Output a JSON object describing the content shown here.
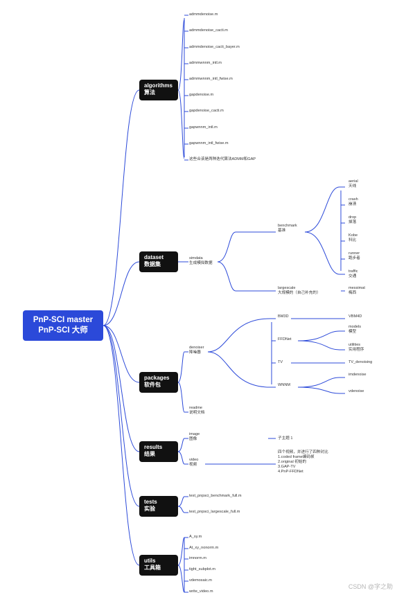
{
  "root": {
    "line1": "PnP-SCI master",
    "line2": "PnP-SCI 大师"
  },
  "algorithms": {
    "label": "algorithms",
    "sub": "算法",
    "items": [
      "admmdenoise.m",
      "admmdenoise_cacti.m",
      "admmdenoise_cacti_bayer.m",
      "admmwnnm_intl.m",
      "admmwnnm_intl_fwise.m",
      "gapdenoise.m",
      "gapdenoise_cacti.m",
      "gapwnnm_intl.m",
      "gapwnnm_intl_fwise.m",
      "这些合该是两种迭代算法ADMM和GAP"
    ]
  },
  "dataset": {
    "label": "dataset",
    "sub": "数据集",
    "simdata": {
      "en": "simdata",
      "zh": "生成模拟数据"
    },
    "benchmark": {
      "en": "benchmark",
      "zh": "基准"
    },
    "largescale": {
      "en": "largescale",
      "zh": "大规模的（自己补充的）"
    },
    "bench_items": [
      {
        "en": "aerial",
        "zh": "天线"
      },
      {
        "en": "crash",
        "zh": "崩溃"
      },
      {
        "en": "drop",
        "zh": "掉落"
      },
      {
        "en": "Kobe",
        "zh": "科比"
      },
      {
        "en": "runner",
        "zh": "跑步者"
      },
      {
        "en": "traffic",
        "zh": "交通"
      }
    ],
    "large_item": {
      "en": "messimat",
      "zh": "梅西"
    }
  },
  "packages": {
    "label": "packages",
    "sub": "软件包",
    "denoiser": {
      "en": "denoiser",
      "zh": "降噪器"
    },
    "readme": {
      "en": "readme",
      "zh": "说明文档"
    },
    "bm3d": "BM3D",
    "vbm4d": "VBM4D",
    "ffdnet": "FFDNet",
    "models": {
      "en": "models",
      "zh": "模型"
    },
    "utilities": {
      "en": "utilities",
      "zh": "实用程序"
    },
    "tv": "TV",
    "tv_denoising": "TV_denoising",
    "wnnm": "WNNM",
    "imdenoise": "imdenoise",
    "vidnoise": "vdenoise"
  },
  "results": {
    "label": "results",
    "sub": "结果",
    "image": {
      "en": "image",
      "zh": "图像"
    },
    "video": {
      "en": "video",
      "zh": "视频"
    },
    "image_note": "子主题 1",
    "video_note": [
      "四个视频，并进行了四种对比",
      "1.coded frame编码帧",
      "2.original 初始的",
      "3.GAP-TV",
      "4.PnP-FFDNet"
    ]
  },
  "tests": {
    "label": "tests",
    "sub": "实验",
    "items": [
      "test_pnpsci_benchmark_full.m",
      "test_pnpsci_largescale_full.m"
    ]
  },
  "utils": {
    "label": "utils",
    "sub": "工具箱",
    "items": [
      "A_xy.m",
      "At_xy_nonorm.m",
      "imnorm.m",
      "tight_subplot.m",
      "vdemosaic.m",
      "write_video.m"
    ]
  },
  "watermark": "CSDN @字之助",
  "colors": {
    "root": "#2b49d9",
    "node": "#111111",
    "line": "#2b49d9"
  }
}
